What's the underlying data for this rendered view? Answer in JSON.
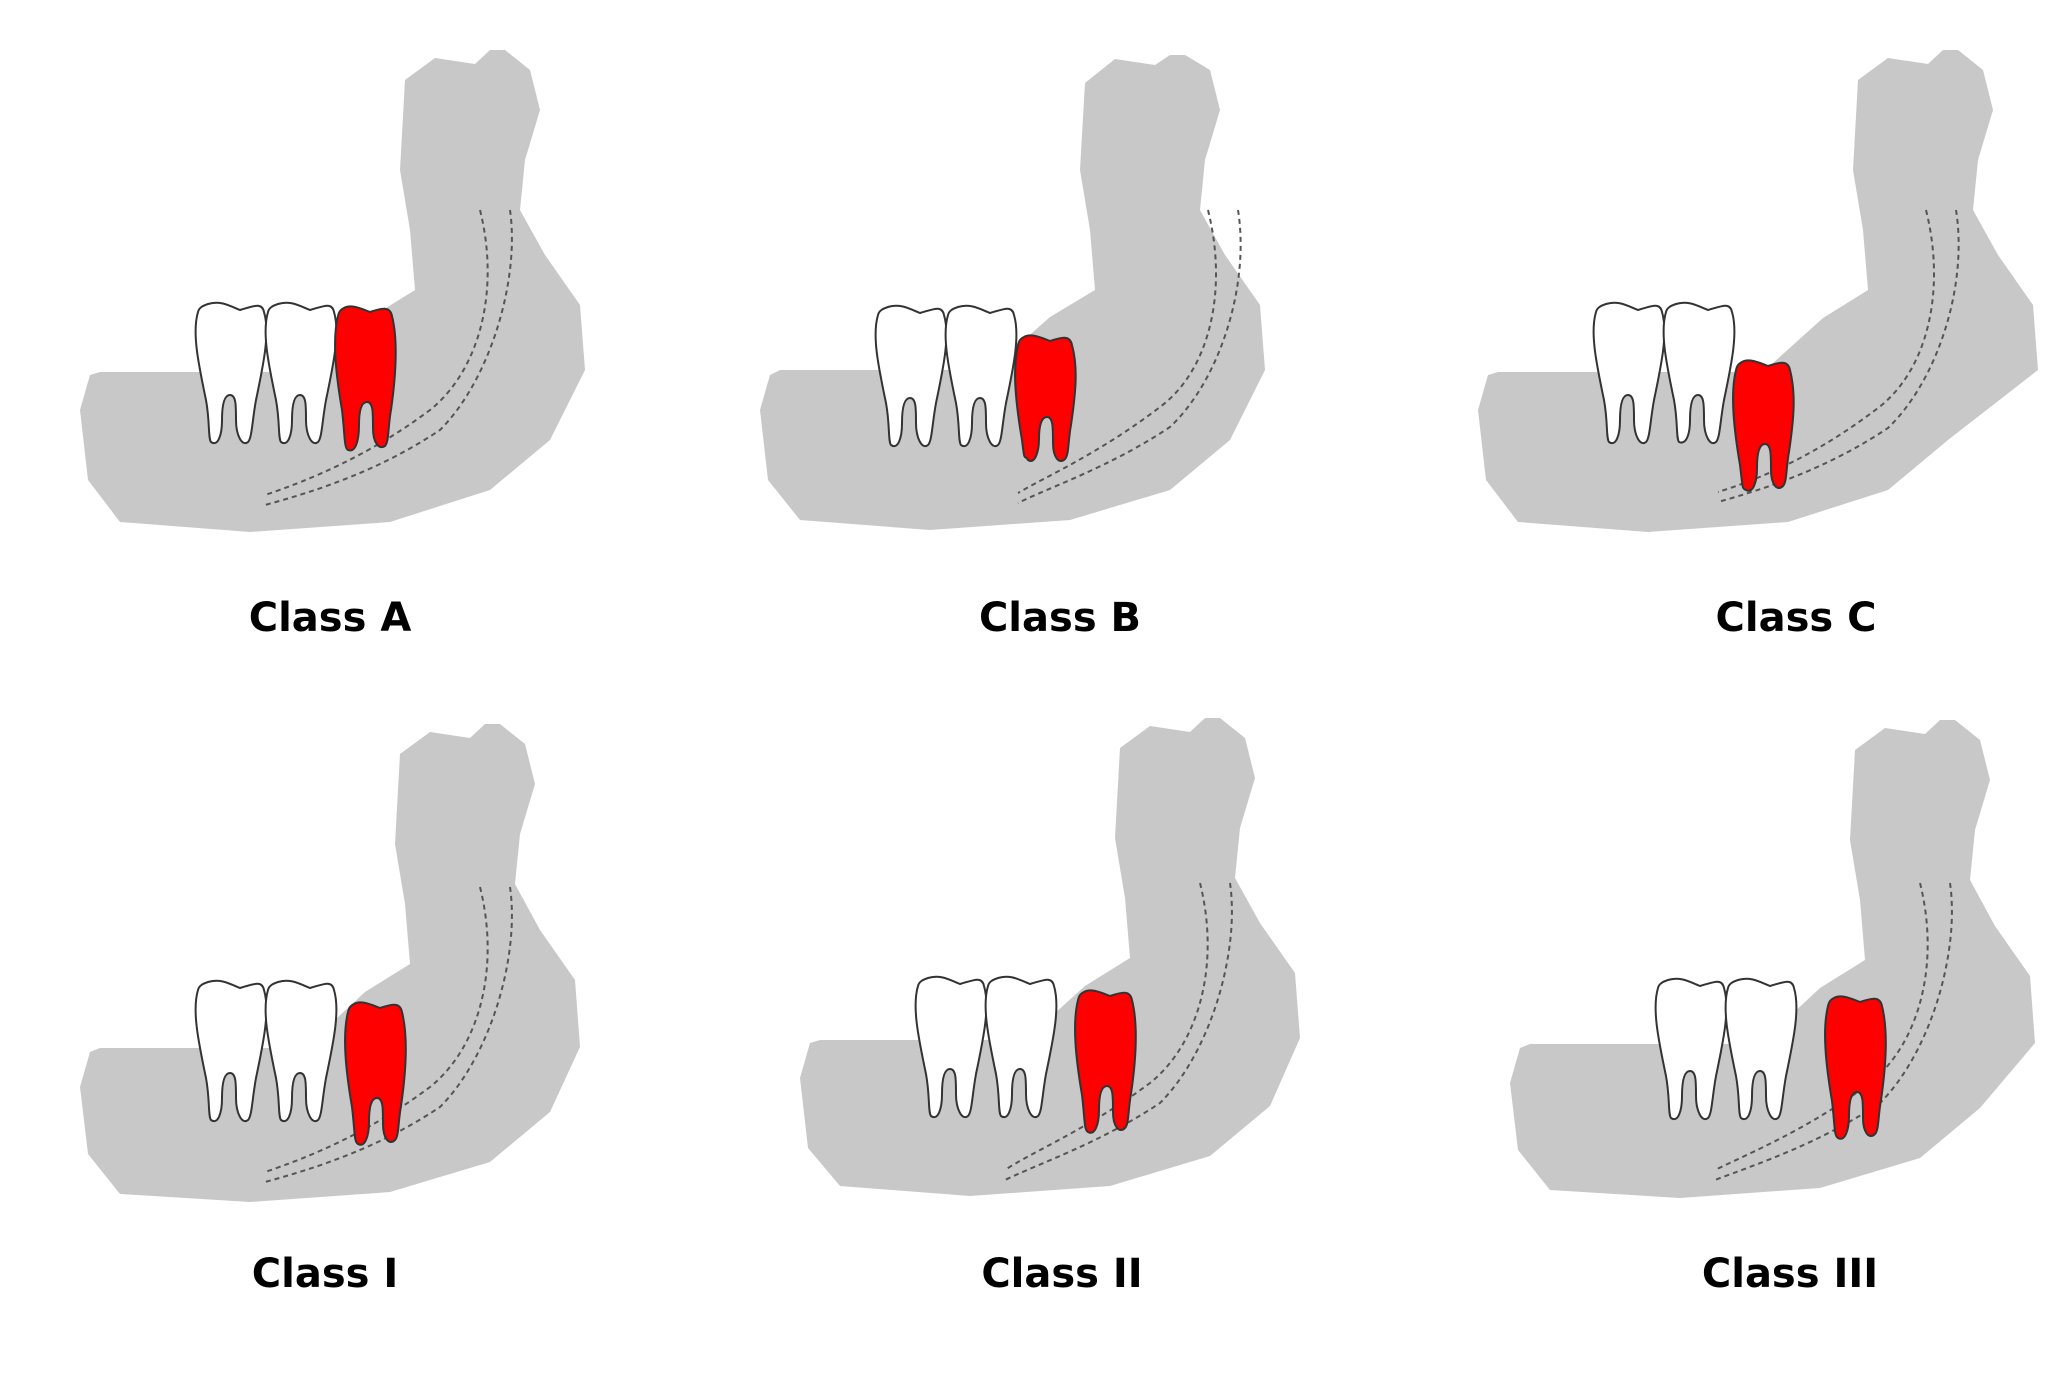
{
  "colors": {
    "bone": "#c8c8c8",
    "normal_tooth": "#ffffff",
    "third_molar": "#ff0000",
    "nerve_canal": "#555555"
  },
  "panels": [
    {
      "label": "Class A"
    },
    {
      "label": "Class B"
    },
    {
      "label": "Class C"
    },
    {
      "label": "Class I"
    },
    {
      "label": "Class II"
    },
    {
      "label": "Class III"
    }
  ]
}
